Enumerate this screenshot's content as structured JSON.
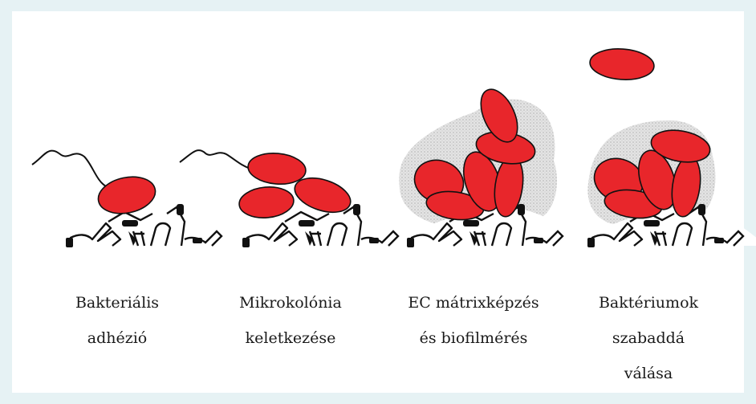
{
  "stages": [
    {
      "line1": "Bakteriális",
      "line2": "adhézió",
      "line3": ""
    },
    {
      "line1": "Mikrokolónia",
      "line2": "keletkezése",
      "line3": ""
    },
    {
      "line1": "EC mátrixképzés",
      "line2": "és biofilmérés",
      "line3": ""
    },
    {
      "line1": "Baktériumok",
      "line2": "szabaddá",
      "line3": "válása"
    }
  ],
  "colors": {
    "background": "#e6f2f4",
    "panel": "#ffffff",
    "bacterium": "#e8262b",
    "matrix": "#c9c9c9",
    "outline": "#111111"
  }
}
